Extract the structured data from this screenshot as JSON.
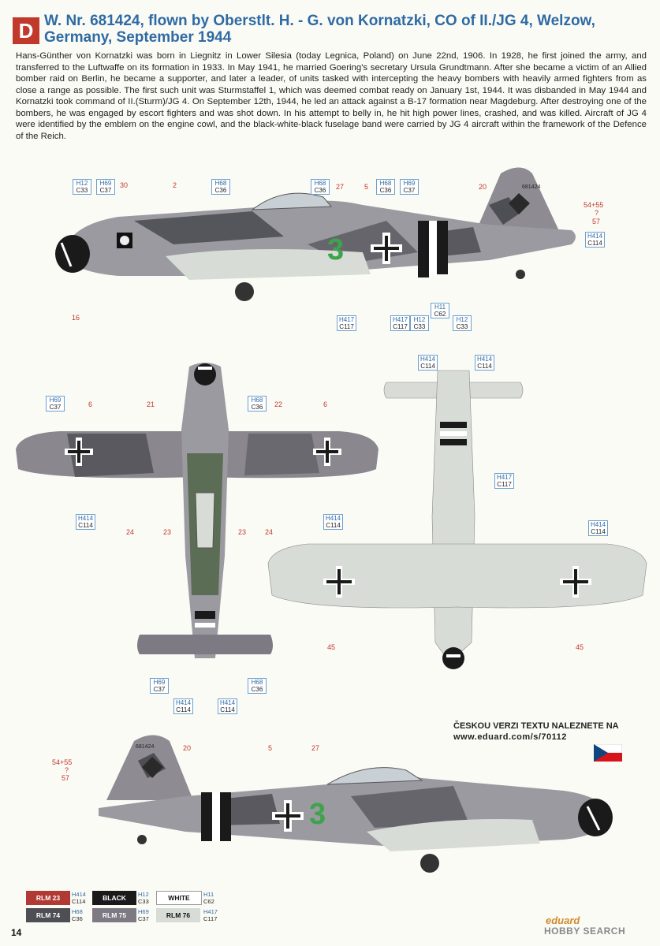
{
  "header": {
    "letter": "D",
    "title": "W. Nr. 681424, flown by Oberstlt. H. - G. von Kornatzki, CO of II./JG 4, Welzow, Germany, September 1944"
  },
  "body_text": "Hans-Günther von Kornatzki was born in Liegnitz in Lower Silesia (today Legnica, Poland) on June 22nd, 1906. In 1928, he first joined the army, and transferred to the Luftwaffe on its formation in 1933. In May 1941, he married Goering's secretary Ursula Grundtmann. After she became a victim of an Allied bomber raid on Berlin, he became a supporter, and later a leader, of units tasked with intercepting the heavy bombers with heavily armed fighters from as close a range as possible. The first such unit was Sturmstaffel 1, which was deemed combat ready on January 1st, 1944. It was disbanded in May 1944 and Kornatzki took command of II.(Sturm)/JG 4. On September 12th, 1944, he led an attack against a B-17 formation near Magdeburg. After destroying one of the bombers, he was engaged by escort fighters and was shot down. In his attempt to belly in, he hit high power lines, crashed, and was killed. Aircraft of JG 4 were identified by the emblem on the engine cowl, and the black-white-black fuselage band were carried by JG 4 aircraft within the framework of the Defence of the Reich.",
  "side_view_top": {
    "tags": [
      {
        "h": "H12",
        "c": "C33"
      },
      {
        "h": "H69",
        "c": "C37"
      },
      {
        "h": "H68",
        "c": "C36"
      },
      {
        "h": "H68",
        "c": "C36"
      },
      {
        "h": "H68",
        "c": "C36"
      },
      {
        "h": "H69",
        "c": "C37"
      },
      {
        "h": "H414",
        "c": "C114"
      },
      {
        "h": "H417",
        "c": "C117"
      },
      {
        "h": "H417",
        "c": "C117"
      },
      {
        "h": "H12",
        "c": "C33"
      },
      {
        "h": "H11",
        "c": "C62"
      },
      {
        "h": "H12",
        "c": "C33"
      }
    ],
    "numbers": [
      "30",
      "2",
      "27",
      "5",
      "20",
      "54+55",
      "?",
      "57",
      "16"
    ],
    "werk_nr": "681424",
    "fuselage_code": "3"
  },
  "top_view": {
    "tags": [
      {
        "h": "H69",
        "c": "C37"
      },
      {
        "h": "H68",
        "c": "C36"
      },
      {
        "h": "H414",
        "c": "C114"
      },
      {
        "h": "H414",
        "c": "C114"
      },
      {
        "h": "H69",
        "c": "C37"
      },
      {
        "h": "H68",
        "c": "C36"
      },
      {
        "h": "H414",
        "c": "C114"
      },
      {
        "h": "H414",
        "c": "C114"
      }
    ],
    "numbers": [
      "6",
      "21",
      "22",
      "6",
      "24",
      "23",
      "23",
      "24"
    ]
  },
  "bottom_view": {
    "tags": [
      {
        "h": "H414",
        "c": "C114"
      },
      {
        "h": "H414",
        "c": "C114"
      },
      {
        "h": "H417",
        "c": "C117"
      },
      {
        "h": "H414",
        "c": "C114"
      }
    ],
    "numbers": [
      "45",
      "45"
    ]
  },
  "side_view_bottom": {
    "numbers": [
      "20",
      "54+55",
      "?",
      "57",
      "5",
      "27"
    ],
    "werk_nr": "681424",
    "fuselage_code": "3"
  },
  "czech_note": {
    "line1": "ČESKOU VERZI TEXTU NALEZNETE NA",
    "line2": "www.eduard.com/s/70112"
  },
  "legend": [
    {
      "name": "RLM 23",
      "h": "H414",
      "c": "C114",
      "color": "#b23a34",
      "text": "#fff"
    },
    {
      "name": "BLACK",
      "h": "H12",
      "c": "C33",
      "color": "#1a1a1a",
      "text": "#fff"
    },
    {
      "name": "WHITE",
      "h": "H11",
      "c": "C62",
      "color": "#ffffff",
      "text": "#111"
    },
    {
      "name": "RLM 74",
      "h": "H68",
      "c": "C36",
      "color": "#4e4e55",
      "text": "#fff"
    },
    {
      "name": "RLM 75",
      "h": "H69",
      "c": "C37",
      "color": "#7d7a83",
      "text": "#fff"
    },
    {
      "name": "RLM 76",
      "h": "H417",
      "c": "C117",
      "color": "#d8dcd6",
      "text": "#111"
    }
  ],
  "page_number": "14",
  "brand": "eduard",
  "watermark": "HOBBY SEARCH"
}
